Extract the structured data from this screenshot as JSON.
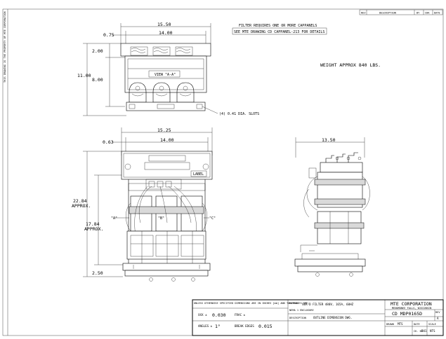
{
  "drawing": {
    "notes": {
      "filter_requires": "FILTER REQUIRES ONE OR MORE CAPPANELS",
      "see_drawing": "SEE MTE DRAWING CD CAPPANEL-213 FOR DETAILS",
      "weight": "WEIGHT APPROX 840 LBS.",
      "view_label": "VIEW \"A-A\"",
      "hole_note": "(4) 0.41 DIA. SLOTS",
      "label_box": "LABEL"
    },
    "top_view": {
      "overall_width": "15.50",
      "inner_width": "14.00",
      "left_offset": "0.75",
      "height_overall": "11.00",
      "height_inner": "8.00",
      "top_offset": "2.00"
    },
    "front_view": {
      "overall_width": "15.25",
      "inner_width": "14.00",
      "left_offset": "0.63",
      "height_total": "22.84",
      "height_total_sub": "APPROX.",
      "height_inner": "17.84",
      "height_inner_sub": "APPROX.",
      "base_height": "2.50",
      "phase_a": "\"A\"",
      "phase_b": "\"B\"",
      "phase_c": "\"C\""
    },
    "side_view": {
      "width": "13.50"
    },
    "side_margin_text": "THIS DRAWING IS THE PROPERTY OF MTE CORPORATION",
    "revision_header": {
      "rev": "REV",
      "description": "DESCRIPTION",
      "by": "BY",
      "chk": "CHK",
      "date": "DATE"
    },
    "title_block": {
      "tolerance_note": "UNLESS OTHERWISE SPECIFIED DIMENSIONS ARE IN INCHES [mm] AND TOLERANCES ARE:",
      "tol_xxx_label": "XXX ±",
      "tol_xxx": "0.030",
      "tol_frac_label": "FRAC ±",
      "tol_frac": "",
      "angles_label": "ANGLES ±",
      "angles": "1°",
      "bend_label": "BREAK EDGES",
      "bend": "0.015",
      "product_label": "MATRIX",
      "product": "SER-D FILTER 480V, 165A, 60HZ",
      "product_sub": "NEMA 1 ENCLOSURE",
      "description_label": "DESCRIPTION",
      "description": "OUTLINE DIMENSION DWG.",
      "company": "MTE CORPORATION",
      "company_sub": "MENOMONEE FALLS, WISCONSIN",
      "drawing_no": "CD MDP0165D",
      "drawn_label": "DRAWN",
      "drawn": "MTS",
      "date_label": "DATE",
      "date": "",
      "chk_label": "CK. BY",
      "chk": "DU1",
      "scale_label": "SCALE",
      "scale": "NTS",
      "rev_label": "REV",
      "rev": "A"
    }
  }
}
